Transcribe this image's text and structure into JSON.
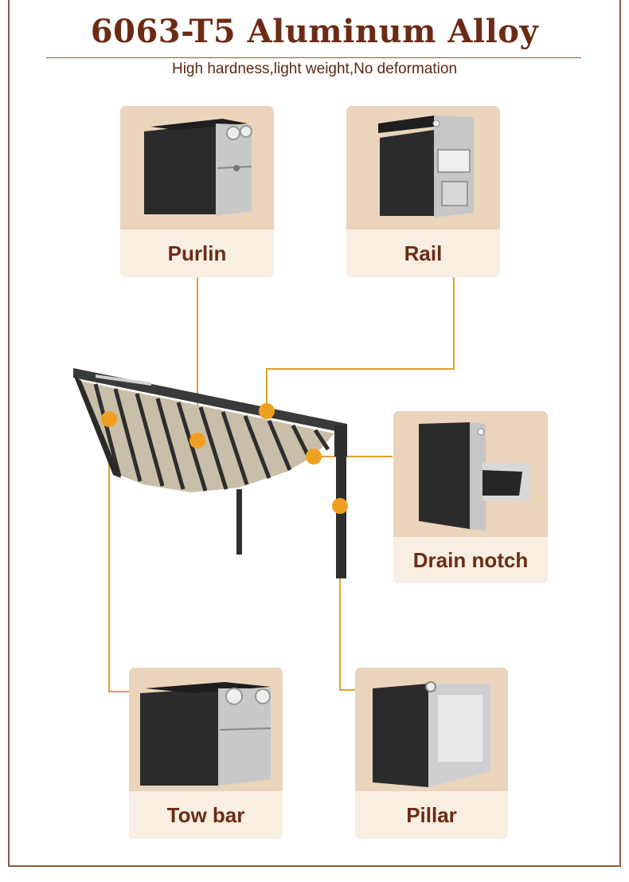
{
  "header": {
    "title": "6063-T5 Aluminum Alloy",
    "subtitle": "High hardness,light weight,No deformation"
  },
  "components": [
    {
      "id": "purlin",
      "label": "Purlin"
    },
    {
      "id": "rail",
      "label": "Rail"
    },
    {
      "id": "drain",
      "label": "Drain notch"
    },
    {
      "id": "towbar",
      "label": "Tow bar"
    },
    {
      "id": "pillar",
      "label": "Pillar"
    }
  ],
  "colors": {
    "title": "#6b2b14",
    "accent_dot": "#f0a020",
    "connector_line": "#e0a030",
    "card_bg": "#f0dcc6",
    "label_bg": "#f8eee2",
    "frame": "#8a5a3c"
  }
}
